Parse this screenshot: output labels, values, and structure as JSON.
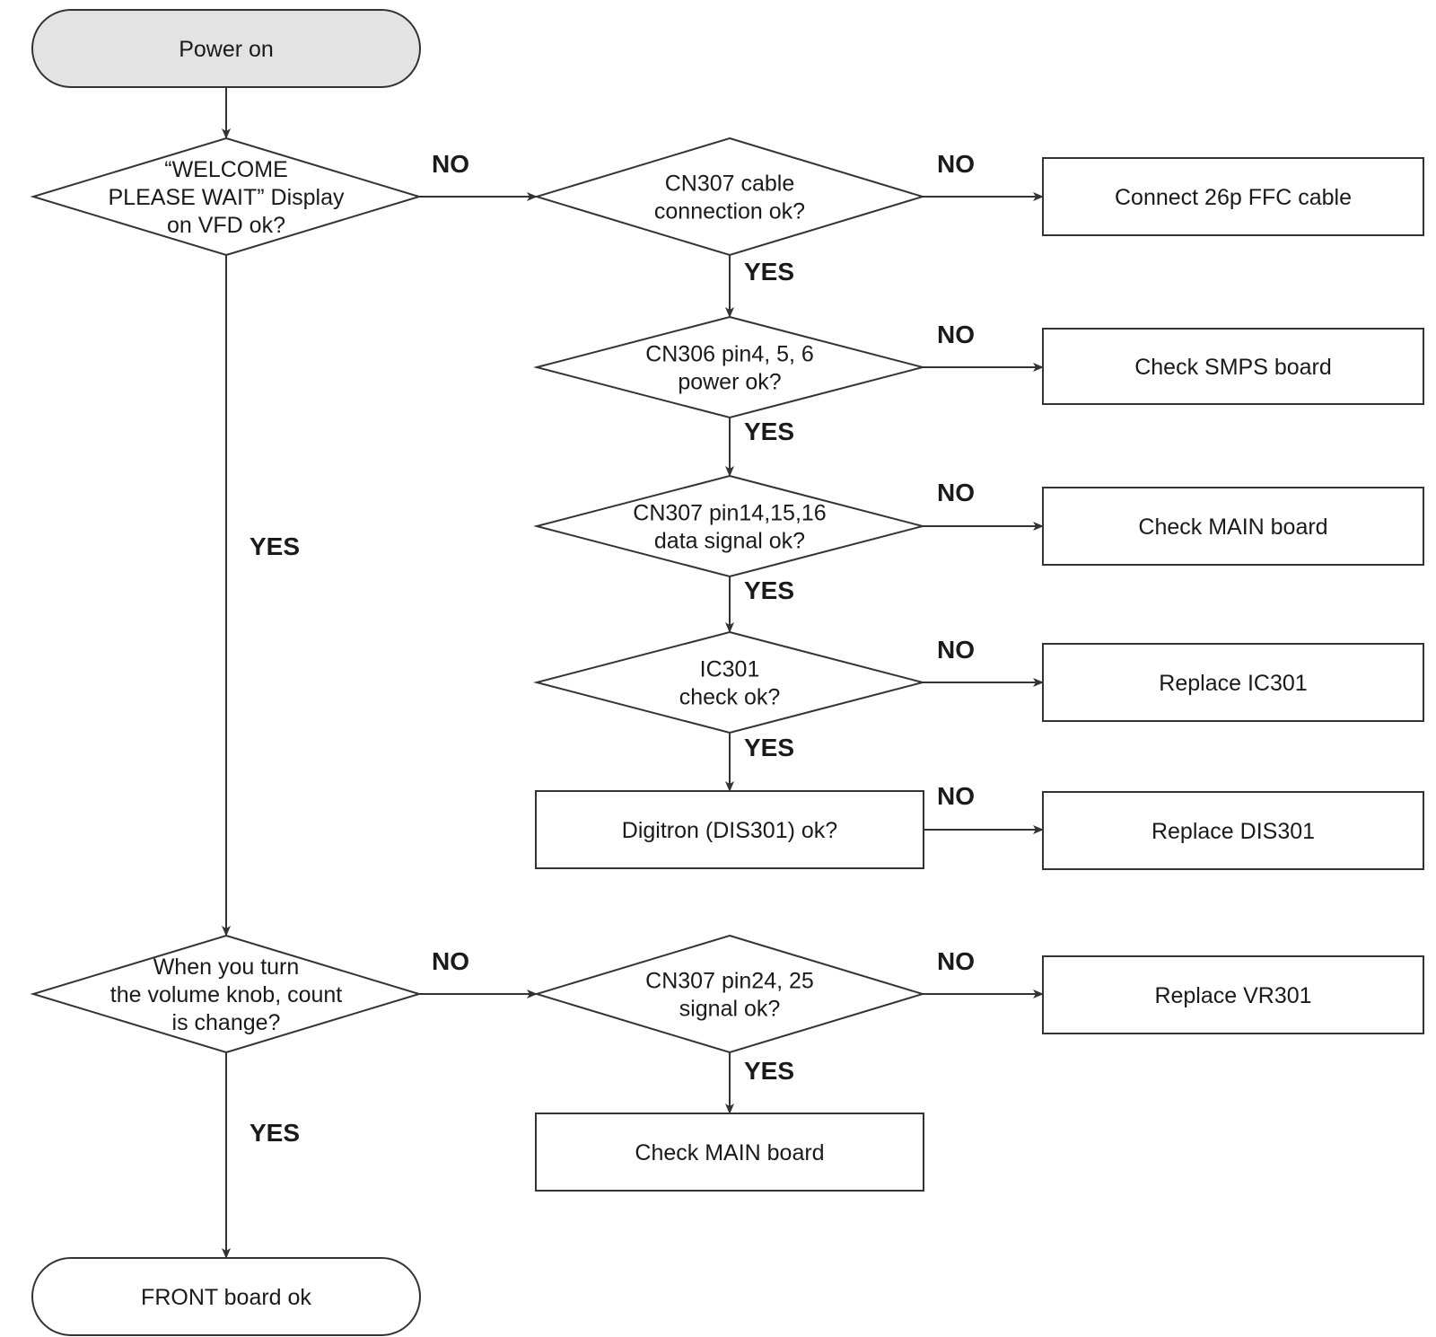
{
  "nodes": [
    {
      "id": "power_on",
      "shape": "terminator-start",
      "lines": [
        "Power on"
      ]
    },
    {
      "id": "welcome_check",
      "shape": "decision",
      "lines": [
        "“WELCOME",
        "PLEASE WAIT” Display",
        "on VFD ok?"
      ]
    },
    {
      "id": "cn307_cable",
      "shape": "decision",
      "lines": [
        "CN307 cable",
        "connection ok?"
      ]
    },
    {
      "id": "connect_ffc",
      "shape": "process",
      "lines": [
        "Connect 26p FFC cable"
      ]
    },
    {
      "id": "cn306_power",
      "shape": "decision",
      "lines": [
        "CN306 pin4, 5, 6",
        "power ok?"
      ]
    },
    {
      "id": "check_smps",
      "shape": "process",
      "lines": [
        "Check SMPS board"
      ]
    },
    {
      "id": "cn307_data",
      "shape": "decision",
      "lines": [
        "CN307 pin14,15,16",
        "data signal ok?"
      ]
    },
    {
      "id": "check_main_1",
      "shape": "process",
      "lines": [
        "Check MAIN board"
      ]
    },
    {
      "id": "ic301_check",
      "shape": "decision",
      "lines": [
        "IC301",
        "check ok?"
      ]
    },
    {
      "id": "replace_ic301",
      "shape": "process",
      "lines": [
        "Replace IC301"
      ]
    },
    {
      "id": "digitron",
      "shape": "process",
      "lines": [
        "Digitron (DIS301) ok?"
      ]
    },
    {
      "id": "replace_dis301",
      "shape": "process",
      "lines": [
        "Replace DIS301"
      ]
    },
    {
      "id": "volume_check",
      "shape": "decision",
      "lines": [
        "When you turn",
        "the volume knob, count",
        "is change?"
      ]
    },
    {
      "id": "cn307_signal",
      "shape": "decision",
      "lines": [
        "CN307 pin24, 25",
        "signal ok?"
      ]
    },
    {
      "id": "replace_vr301",
      "shape": "process",
      "lines": [
        "Replace VR301"
      ]
    },
    {
      "id": "check_main_2",
      "shape": "process",
      "lines": [
        "Check MAIN board"
      ]
    },
    {
      "id": "front_ok",
      "shape": "terminator",
      "lines": [
        "FRONT board ok"
      ]
    }
  ],
  "edges": [
    {
      "from": "power_on",
      "to": "welcome_check",
      "label": ""
    },
    {
      "from": "welcome_check",
      "to": "cn307_cable",
      "label": "NO"
    },
    {
      "from": "cn307_cable",
      "to": "connect_ffc",
      "label": "NO"
    },
    {
      "from": "cn307_cable",
      "to": "cn306_power",
      "label": "YES"
    },
    {
      "from": "cn306_power",
      "to": "check_smps",
      "label": "NO"
    },
    {
      "from": "cn306_power",
      "to": "cn307_data",
      "label": "YES"
    },
    {
      "from": "cn307_data",
      "to": "check_main_1",
      "label": "NO"
    },
    {
      "from": "cn307_data",
      "to": "ic301_check",
      "label": "YES"
    },
    {
      "from": "ic301_check",
      "to": "replace_ic301",
      "label": "NO"
    },
    {
      "from": "ic301_check",
      "to": "digitron",
      "label": "YES"
    },
    {
      "from": "digitron",
      "to": "replace_dis301",
      "label": "NO"
    },
    {
      "from": "welcome_check",
      "to": "volume_check",
      "label": "YES"
    },
    {
      "from": "volume_check",
      "to": "cn307_signal",
      "label": "NO"
    },
    {
      "from": "cn307_signal",
      "to": "replace_vr301",
      "label": "NO"
    },
    {
      "from": "cn307_signal",
      "to": "check_main_2",
      "label": "YES"
    },
    {
      "from": "volume_check",
      "to": "front_ok",
      "label": "YES"
    }
  ]
}
